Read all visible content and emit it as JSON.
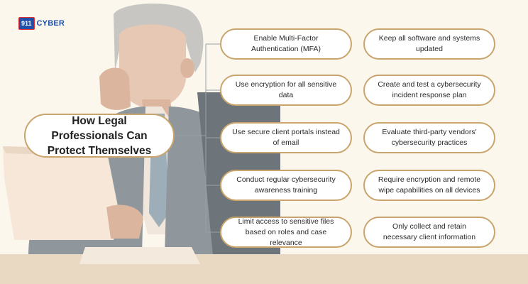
{
  "brand": {
    "badge": "911",
    "name": "CYBER"
  },
  "title": "How Legal Professionals Can Protect Themselves",
  "tips": [
    {
      "left": "Enable Multi-Factor Authentication (MFA)",
      "right": "Keep all software and systems updated"
    },
    {
      "left": "Use encryption for all sensitive data",
      "right": "Create and test a cybersecurity incident response plan"
    },
    {
      "left": "Use secure client portals instead of email",
      "right": "Evaluate third-party vendors' cybersecurity practices"
    },
    {
      "left": "Conduct regular cybersecurity awareness training",
      "right": "Require encryption and remote wipe capabilities on all devices"
    },
    {
      "left": "Limit access to sensitive files based on roles and case relevance",
      "right": "Only collect and retain necessary client information"
    }
  ],
  "colors": {
    "background": "#fbf7ec",
    "accent_border": "#c9a46c",
    "brand_blue": "#1f4fa8",
    "brand_red": "#e0312f"
  }
}
